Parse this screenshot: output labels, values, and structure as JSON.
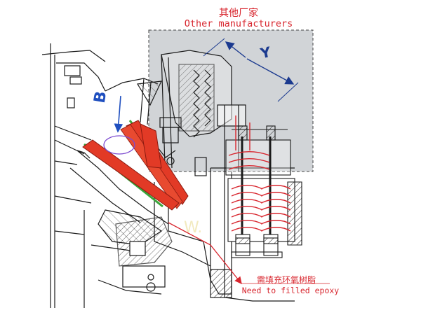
{
  "header": {
    "title_cn": "其他厂家",
    "title_en": "Other manufacturers"
  },
  "dimension": {
    "label": "Y"
  },
  "section": {
    "label": "B"
  },
  "callout": {
    "text_cn": "需填充环氧树脂",
    "text_en": "Need to filled epoxy"
  },
  "colors": {
    "highlight_red": "#e23a26",
    "liner_green": "#3aa53a",
    "label_red": "#d8262e",
    "label_blue": "#1f4fbf",
    "overlay_gray": "#c9ccd0",
    "ink": "#1a1a1a"
  }
}
